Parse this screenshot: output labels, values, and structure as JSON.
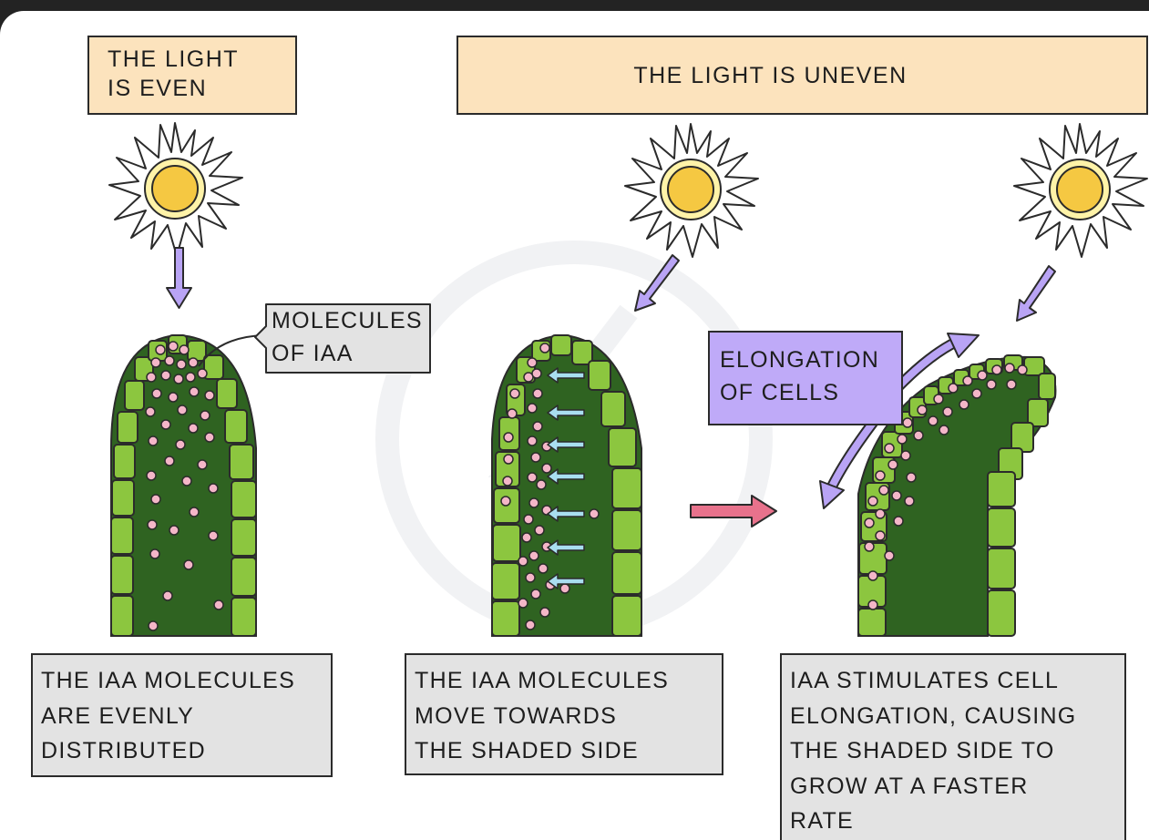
{
  "headers": {
    "even": [
      "THE LIGHT",
      "IS EVEN"
    ],
    "uneven": "THE LIGHT IS UNEVEN"
  },
  "label_molecules": [
    "MOLECULES",
    "OF IAA"
  ],
  "label_elongation": [
    "ELONGATION",
    "OF CELLS"
  ],
  "captions": {
    "even": [
      "THE IAA MOLECULES",
      "ARE EVENLY",
      "DISTRIBUTED"
    ],
    "uneven": [
      "THE IAA MOLECULES",
      "MOVE TOWARDS",
      "THE SHADED SIDE"
    ],
    "bent": [
      "IAA STIMULATES CELL",
      "ELONGATION, CAUSING",
      "THE SHADED SIDE TO",
      "GROW AT A FASTER",
      "RATE"
    ]
  },
  "colors": {
    "header_fill": "#fce3bd",
    "caption_fill": "#e3e3e3",
    "light_arrow": "#b9a4f5",
    "elongation_fill": "#bfaaf8",
    "sun_core": "#f5c842",
    "shoot_inner": "#2f6321",
    "shoot_cells": "#8cc63f",
    "iaa_molecule": "#f4b6c8",
    "movement_arrow": "#a9def0",
    "progress_arrow": "#e8728c"
  },
  "icons": [
    "sun-icon",
    "light-arrow-icon",
    "iaa-movement-arrow-icon",
    "next-stage-arrow-icon",
    "elongation-arrow-icon"
  ]
}
